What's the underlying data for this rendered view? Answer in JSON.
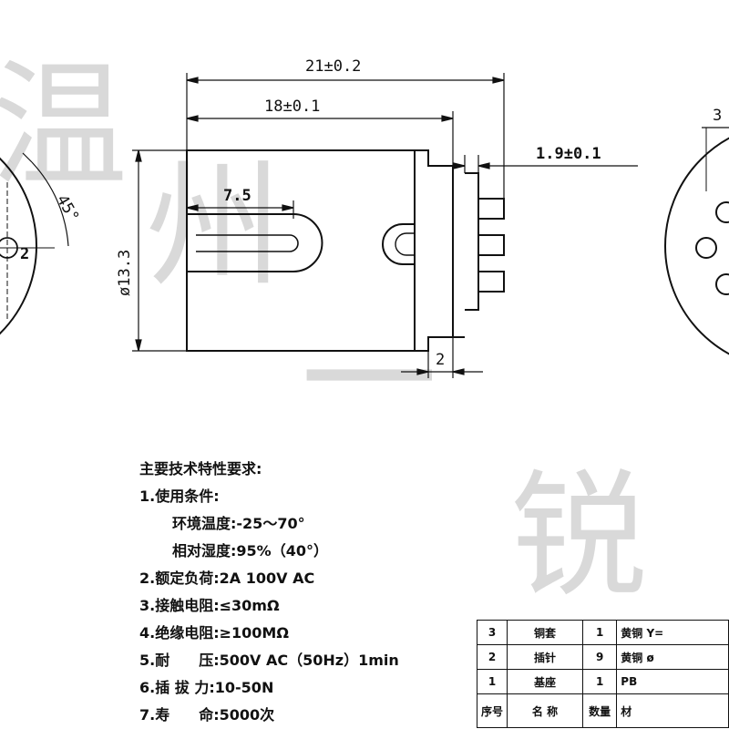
{
  "watermark": {
    "text": "温 州 一 锐"
  },
  "dimensions": {
    "total_length": "21±0.2",
    "body_length": "18±0.1",
    "pin_thickness": "1.9±0.1",
    "diameter": "ø13.3",
    "slot_length": "7.5",
    "base_width": "2",
    "angle": "45°",
    "right_view_partial": "3"
  },
  "left_view_labels": {
    "pin_number": "2"
  },
  "specs": {
    "title": "主要技术特性要求:",
    "items": [
      {
        "label": "1.使用条件:",
        "value": ""
      },
      {
        "label": "环境温度:",
        "value": "-25～70°",
        "indent": true
      },
      {
        "label": "相对湿度:",
        "value": "95%（40°）",
        "indent": true
      },
      {
        "label": "2.额定负荷:",
        "value": "2A 100V AC"
      },
      {
        "label": "3.接触电阻:",
        "value": "≤30mΩ"
      },
      {
        "label": "4.绝缘电阻:",
        "value": "≥100MΩ"
      },
      {
        "label": "5.耐　　压:",
        "value": "500V AC（50Hz）1min"
      },
      {
        "label": "6.插 拔 力:",
        "value": "10-50N"
      },
      {
        "label": "7.寿　　命:",
        "value": "5000次"
      }
    ]
  },
  "bom": {
    "rows": [
      {
        "no": "3",
        "name": "铜套",
        "qty": "1",
        "material": "黄铜 Y="
      },
      {
        "no": "2",
        "name": "插针",
        "qty": "9",
        "material": "黄铜 ø"
      },
      {
        "no": "1",
        "name": "基座",
        "qty": "1",
        "material": "PB"
      }
    ],
    "header": {
      "no": "序号",
      "name": "名 称",
      "qty": "数量",
      "material": "材"
    }
  }
}
